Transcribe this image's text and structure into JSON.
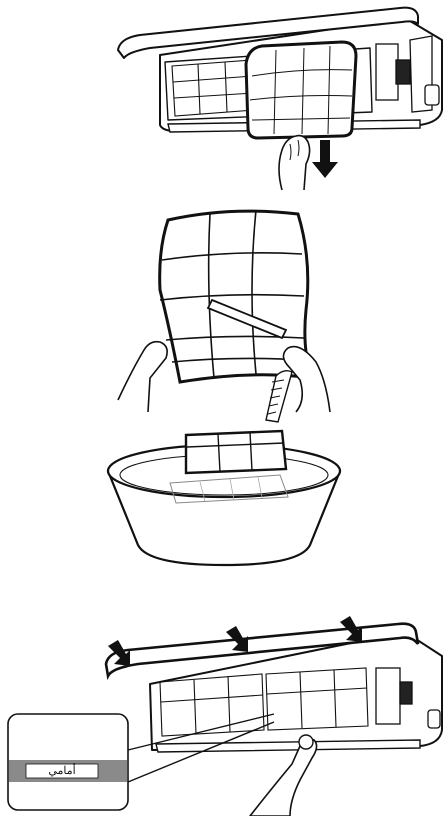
{
  "callout": {
    "filter_label": "أمامي"
  },
  "icons": {
    "step1": "ac-filter-removal-illustration",
    "step2": "filter-brush-cleaning-illustration",
    "step3": "filter-soaking-basin-illustration",
    "step4": "filter-reinstall-close-panel-illustration"
  },
  "colors": {
    "line": "#111111",
    "callout_band": "#8a8a8a",
    "fill": "#ffffff"
  }
}
